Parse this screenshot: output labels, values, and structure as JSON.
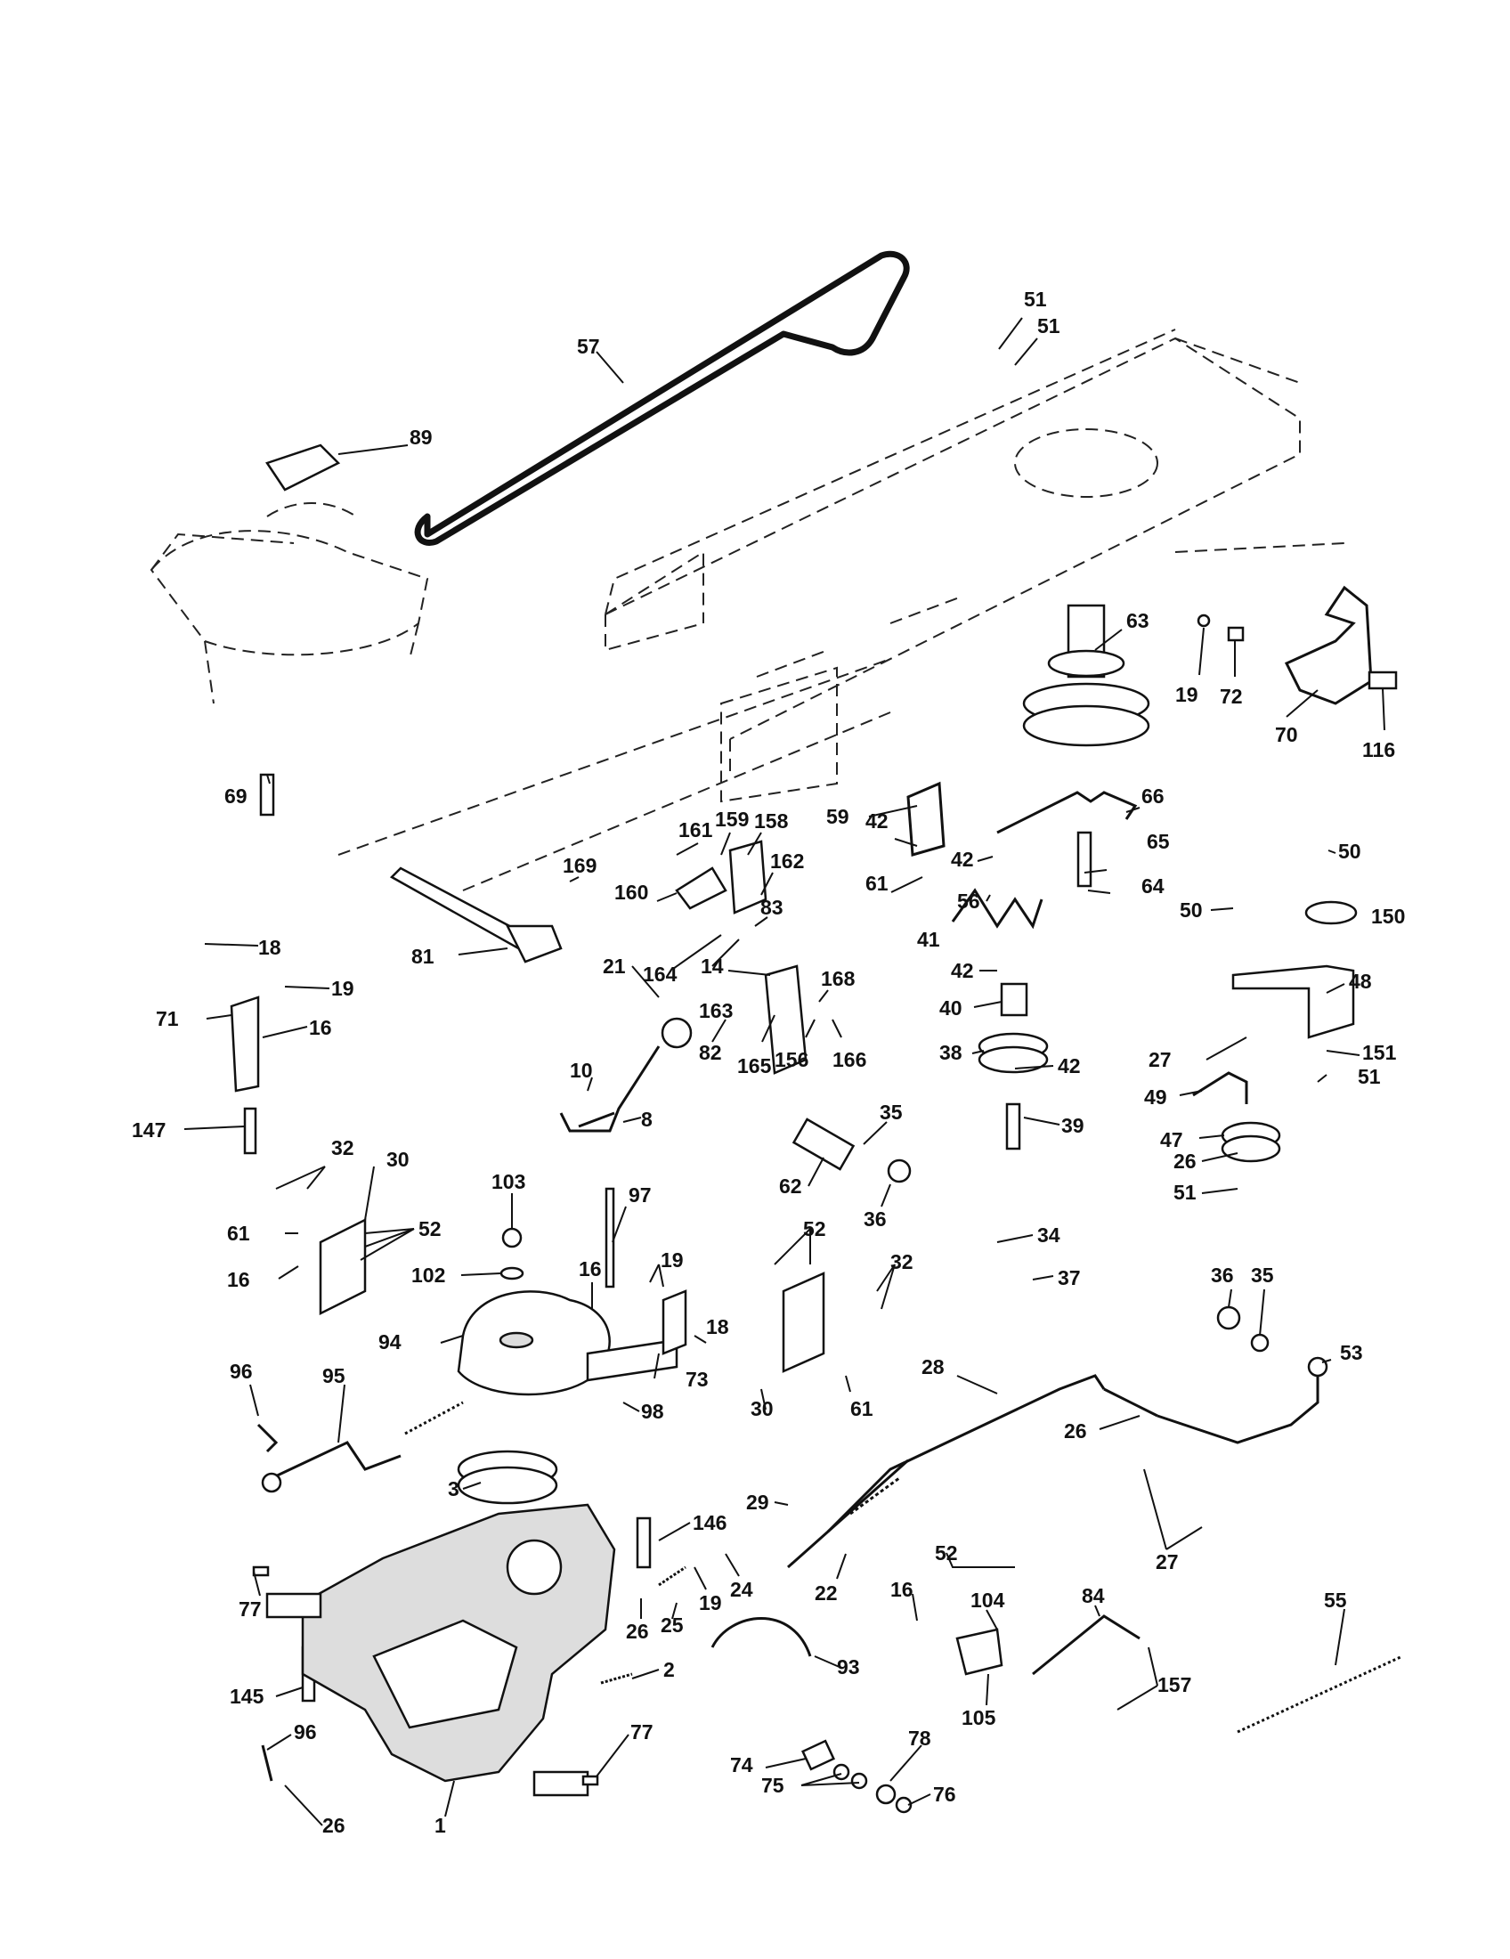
{
  "callouts": [
    {
      "id": "c57",
      "text": "57"
    },
    {
      "id": "c89",
      "text": "89"
    },
    {
      "id": "c51a",
      "text": "51"
    },
    {
      "id": "c51b",
      "text": "51"
    },
    {
      "id": "c63",
      "text": "63"
    },
    {
      "id": "c19a",
      "text": "19"
    },
    {
      "id": "c72",
      "text": "72"
    },
    {
      "id": "c70",
      "text": "70"
    },
    {
      "id": "c116",
      "text": "116"
    },
    {
      "id": "c69",
      "text": "69"
    },
    {
      "id": "c59",
      "text": "59"
    },
    {
      "id": "c66",
      "text": "66"
    },
    {
      "id": "c42a",
      "text": "42"
    },
    {
      "id": "c42b",
      "text": "42"
    },
    {
      "id": "c65",
      "text": "65"
    },
    {
      "id": "c61a",
      "text": "61"
    },
    {
      "id": "c56",
      "text": "56"
    },
    {
      "id": "c64",
      "text": "64"
    },
    {
      "id": "c50a",
      "text": "50"
    },
    {
      "id": "c50b",
      "text": "50"
    },
    {
      "id": "c150",
      "text": "150"
    },
    {
      "id": "c161",
      "text": "161"
    },
    {
      "id": "c159",
      "text": "159"
    },
    {
      "id": "c158",
      "text": "158"
    },
    {
      "id": "c169",
      "text": "169"
    },
    {
      "id": "c160",
      "text": "160"
    },
    {
      "id": "c162",
      "text": "162"
    },
    {
      "id": "c83",
      "text": "83"
    },
    {
      "id": "c41",
      "text": "41"
    },
    {
      "id": "c42c",
      "text": "42"
    },
    {
      "id": "c48",
      "text": "48"
    },
    {
      "id": "c81",
      "text": "81"
    },
    {
      "id": "c164",
      "text": "164"
    },
    {
      "id": "c14",
      "text": "14"
    },
    {
      "id": "c40",
      "text": "40"
    },
    {
      "id": "c18a",
      "text": "18"
    },
    {
      "id": "c19b",
      "text": "19"
    },
    {
      "id": "c71",
      "text": "71"
    },
    {
      "id": "c16a",
      "text": "16"
    },
    {
      "id": "c21",
      "text": "21"
    },
    {
      "id": "c163",
      "text": "163"
    },
    {
      "id": "c168",
      "text": "168"
    },
    {
      "id": "c27a",
      "text": "27"
    },
    {
      "id": "c151",
      "text": "151"
    },
    {
      "id": "c38",
      "text": "38"
    },
    {
      "id": "c42d",
      "text": "42"
    },
    {
      "id": "c51c",
      "text": "51"
    },
    {
      "id": "c82",
      "text": "82"
    },
    {
      "id": "c165",
      "text": "165"
    },
    {
      "id": "c156",
      "text": "156"
    },
    {
      "id": "c166",
      "text": "166"
    },
    {
      "id": "c49",
      "text": "49"
    },
    {
      "id": "c10",
      "text": "10"
    },
    {
      "id": "c8",
      "text": "8"
    },
    {
      "id": "c39",
      "text": "39"
    },
    {
      "id": "c147",
      "text": "147"
    },
    {
      "id": "c35a",
      "text": "35"
    },
    {
      "id": "c47",
      "text": "47"
    },
    {
      "id": "c32a",
      "text": "32"
    },
    {
      "id": "c30a",
      "text": "30"
    },
    {
      "id": "c103",
      "text": "103"
    },
    {
      "id": "c97",
      "text": "97"
    },
    {
      "id": "c62",
      "text": "62"
    },
    {
      "id": "c36a",
      "text": "36"
    },
    {
      "id": "c26a",
      "text": "26"
    },
    {
      "id": "c51d",
      "text": "51"
    },
    {
      "id": "c61b",
      "text": "61"
    },
    {
      "id": "c52a",
      "text": "52"
    },
    {
      "id": "c34",
      "text": "34"
    },
    {
      "id": "c52b",
      "text": "52"
    },
    {
      "id": "c102",
      "text": "102"
    },
    {
      "id": "c16b",
      "text": "16"
    },
    {
      "id": "c19c",
      "text": "19"
    },
    {
      "id": "c32b",
      "text": "32"
    },
    {
      "id": "c37",
      "text": "37"
    },
    {
      "id": "c16c",
      "text": "16"
    },
    {
      "id": "c36b",
      "text": "36"
    },
    {
      "id": "c35b",
      "text": "35"
    },
    {
      "id": "c18b",
      "text": "18"
    },
    {
      "id": "c94",
      "text": "94"
    },
    {
      "id": "c96a",
      "text": "96"
    },
    {
      "id": "c73",
      "text": "73"
    },
    {
      "id": "c53",
      "text": "53"
    },
    {
      "id": "c95",
      "text": "95"
    },
    {
      "id": "c28",
      "text": "28"
    },
    {
      "id": "c30b",
      "text": "30"
    },
    {
      "id": "c61c",
      "text": "61"
    },
    {
      "id": "c98",
      "text": "98"
    },
    {
      "id": "c26b",
      "text": "26"
    },
    {
      "id": "c3",
      "text": "3"
    },
    {
      "id": "c29",
      "text": "29"
    },
    {
      "id": "c146",
      "text": "146"
    },
    {
      "id": "c27b",
      "text": "27"
    },
    {
      "id": "c77a",
      "text": "77"
    },
    {
      "id": "c19d",
      "text": "19"
    },
    {
      "id": "c24",
      "text": "24"
    },
    {
      "id": "c22",
      "text": "22"
    },
    {
      "id": "c52c",
      "text": "52"
    },
    {
      "id": "c16d",
      "text": "16"
    },
    {
      "id": "c104",
      "text": "104"
    },
    {
      "id": "c84",
      "text": "84"
    },
    {
      "id": "c55",
      "text": "55"
    },
    {
      "id": "c26c",
      "text": "26"
    },
    {
      "id": "c25",
      "text": "25"
    },
    {
      "id": "c145",
      "text": "145"
    },
    {
      "id": "c2",
      "text": "2"
    },
    {
      "id": "c93",
      "text": "93"
    },
    {
      "id": "c157",
      "text": "157"
    },
    {
      "id": "c105",
      "text": "105"
    },
    {
      "id": "c96b",
      "text": "96"
    },
    {
      "id": "c77b",
      "text": "77"
    },
    {
      "id": "c78",
      "text": "78"
    },
    {
      "id": "c74",
      "text": "74"
    },
    {
      "id": "c75",
      "text": "75"
    },
    {
      "id": "c76",
      "text": "76"
    },
    {
      "id": "c1",
      "text": "1"
    },
    {
      "id": "c26d",
      "text": "26"
    }
  ]
}
